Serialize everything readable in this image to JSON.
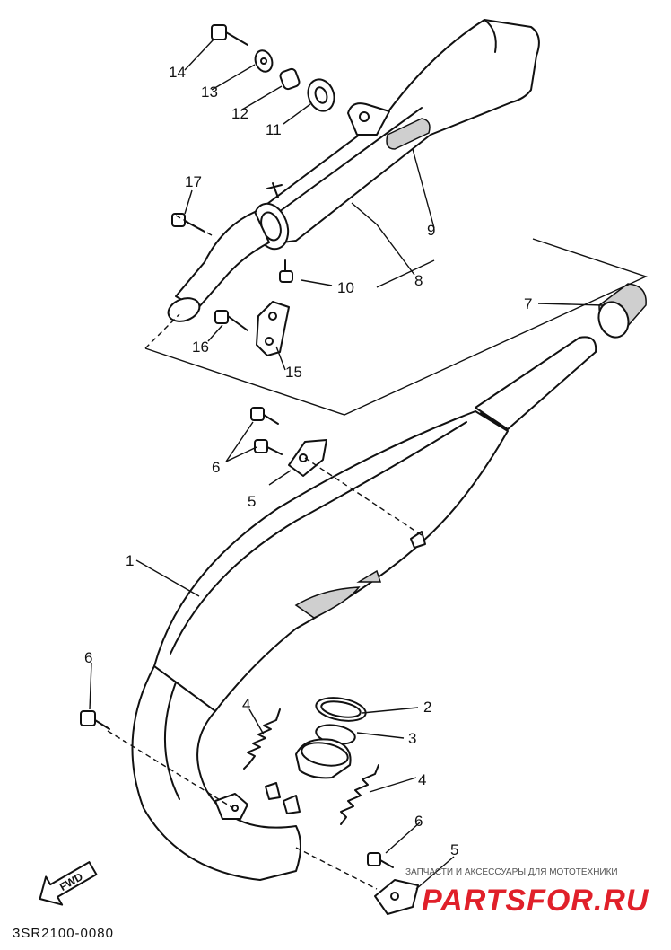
{
  "diagram_code": "3SR2100-0080",
  "fwd_label": "FWD",
  "watermark": {
    "small_text": "ЗАПЧАСТИ И АКСЕССУАРЫ ДЛЯ МОТОТЕХНИКИ",
    "brand": "PARTSFOR.RU"
  },
  "callouts": {
    "n1": "1",
    "n2": "2",
    "n3": "3",
    "n4a": "4",
    "n4b": "4",
    "n5a": "5",
    "n5b": "5",
    "n6a": "6",
    "n6b": "6",
    "n6c": "6",
    "n7": "7",
    "n8": "8",
    "n9": "9",
    "n10": "10",
    "n11": "11",
    "n12": "12",
    "n13": "13",
    "n14": "14",
    "n15": "15",
    "n16": "16",
    "n17": "17"
  },
  "colors": {
    "ink": "#111111",
    "watermark_red": "#e0202a"
  }
}
